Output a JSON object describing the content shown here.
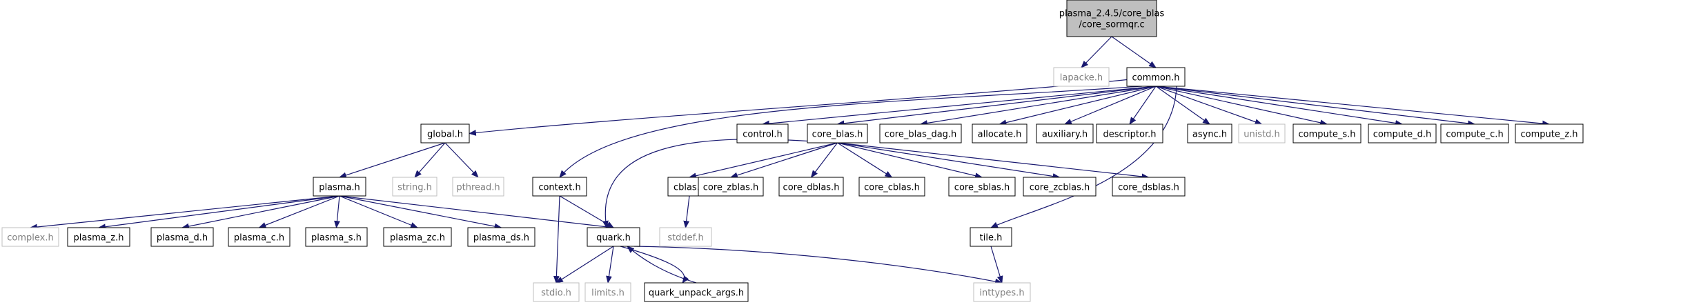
{
  "title": "plasma_2.4.5/core_blas/core_sormqr.c",
  "colors": {
    "edge": "#191970",
    "root_fill": "#bfbfbf",
    "node_border": "#000000",
    "missing_border": "#bfbfbf",
    "missing_text": "#7f7f7f"
  },
  "nodes": [
    {
      "id": "root",
      "lines": [
        "plasma_2.4.5/core_blas",
        "/core_sormqr.c"
      ],
      "kind": "root"
    },
    {
      "id": "lapacke",
      "lines": [
        "lapacke.h"
      ],
      "kind": "missing"
    },
    {
      "id": "common",
      "lines": [
        "common.h"
      ],
      "kind": "normal"
    },
    {
      "id": "global",
      "lines": [
        "global.h"
      ],
      "kind": "normal"
    },
    {
      "id": "control",
      "lines": [
        "control.h"
      ],
      "kind": "normal"
    },
    {
      "id": "core_blas",
      "lines": [
        "core_blas.h"
      ],
      "kind": "normal"
    },
    {
      "id": "core_blas_dag",
      "lines": [
        "core_blas_dag.h"
      ],
      "kind": "normal"
    },
    {
      "id": "allocate",
      "lines": [
        "allocate.h"
      ],
      "kind": "normal"
    },
    {
      "id": "auxiliary",
      "lines": [
        "auxiliary.h"
      ],
      "kind": "normal"
    },
    {
      "id": "descriptor",
      "lines": [
        "descriptor.h"
      ],
      "kind": "normal"
    },
    {
      "id": "async",
      "lines": [
        "async.h"
      ],
      "kind": "normal"
    },
    {
      "id": "unistd",
      "lines": [
        "unistd.h"
      ],
      "kind": "missing"
    },
    {
      "id": "compute_s",
      "lines": [
        "compute_s.h"
      ],
      "kind": "normal"
    },
    {
      "id": "compute_d",
      "lines": [
        "compute_d.h"
      ],
      "kind": "normal"
    },
    {
      "id": "compute_c",
      "lines": [
        "compute_c.h"
      ],
      "kind": "normal"
    },
    {
      "id": "compute_z",
      "lines": [
        "compute_z.h"
      ],
      "kind": "normal"
    },
    {
      "id": "plasma",
      "lines": [
        "plasma.h"
      ],
      "kind": "normal"
    },
    {
      "id": "string",
      "lines": [
        "string.h"
      ],
      "kind": "missing"
    },
    {
      "id": "pthread",
      "lines": [
        "pthread.h"
      ],
      "kind": "missing"
    },
    {
      "id": "context",
      "lines": [
        "context.h"
      ],
      "kind": "normal"
    },
    {
      "id": "cblas",
      "lines": [
        "cblas.h"
      ],
      "kind": "normal"
    },
    {
      "id": "core_zblas",
      "lines": [
        "core_zblas.h"
      ],
      "kind": "normal"
    },
    {
      "id": "core_dblas",
      "lines": [
        "core_dblas.h"
      ],
      "kind": "normal"
    },
    {
      "id": "core_cblas",
      "lines": [
        "core_cblas.h"
      ],
      "kind": "normal"
    },
    {
      "id": "core_sblas",
      "lines": [
        "core_sblas.h"
      ],
      "kind": "normal"
    },
    {
      "id": "core_zcblas",
      "lines": [
        "core_zcblas.h"
      ],
      "kind": "normal"
    },
    {
      "id": "core_dsblas",
      "lines": [
        "core_dsblas.h"
      ],
      "kind": "normal"
    },
    {
      "id": "complex",
      "lines": [
        "complex.h"
      ],
      "kind": "missing"
    },
    {
      "id": "plasma_z",
      "lines": [
        "plasma_z.h"
      ],
      "kind": "normal"
    },
    {
      "id": "plasma_d",
      "lines": [
        "plasma_d.h"
      ],
      "kind": "normal"
    },
    {
      "id": "plasma_c",
      "lines": [
        "plasma_c.h"
      ],
      "kind": "normal"
    },
    {
      "id": "plasma_s",
      "lines": [
        "plasma_s.h"
      ],
      "kind": "normal"
    },
    {
      "id": "plasma_zc",
      "lines": [
        "plasma_zc.h"
      ],
      "kind": "normal"
    },
    {
      "id": "plasma_ds",
      "lines": [
        "plasma_ds.h"
      ],
      "kind": "normal"
    },
    {
      "id": "quark",
      "lines": [
        "quark.h"
      ],
      "kind": "normal"
    },
    {
      "id": "stddef",
      "lines": [
        "stddef.h"
      ],
      "kind": "missing"
    },
    {
      "id": "tile",
      "lines": [
        "tile.h"
      ],
      "kind": "normal"
    },
    {
      "id": "stdio",
      "lines": [
        "stdio.h"
      ],
      "kind": "missing"
    },
    {
      "id": "limits",
      "lines": [
        "limits.h"
      ],
      "kind": "missing"
    },
    {
      "id": "quark_unpack_args",
      "lines": [
        "quark_unpack_args.h"
      ],
      "kind": "normal"
    },
    {
      "id": "inttypes",
      "lines": [
        "inttypes.h"
      ],
      "kind": "missing"
    }
  ],
  "edges": [
    [
      "root",
      "lapacke"
    ],
    [
      "root",
      "common"
    ],
    [
      "common",
      "global"
    ],
    [
      "common",
      "control"
    ],
    [
      "common",
      "core_blas"
    ],
    [
      "common",
      "core_blas_dag"
    ],
    [
      "common",
      "allocate"
    ],
    [
      "common",
      "auxiliary"
    ],
    [
      "common",
      "descriptor"
    ],
    [
      "common",
      "async"
    ],
    [
      "common",
      "unistd"
    ],
    [
      "common",
      "compute_s"
    ],
    [
      "common",
      "compute_d"
    ],
    [
      "common",
      "compute_c"
    ],
    [
      "common",
      "compute_z"
    ],
    [
      "common",
      "context"
    ],
    [
      "common",
      "tile"
    ],
    [
      "global",
      "plasma"
    ],
    [
      "global",
      "string"
    ],
    [
      "global",
      "pthread"
    ],
    [
      "plasma",
      "complex"
    ],
    [
      "plasma",
      "plasma_z"
    ],
    [
      "plasma",
      "plasma_d"
    ],
    [
      "plasma",
      "plasma_c"
    ],
    [
      "plasma",
      "plasma_s"
    ],
    [
      "plasma",
      "plasma_zc"
    ],
    [
      "plasma",
      "plasma_ds"
    ],
    [
      "plasma",
      "quark"
    ],
    [
      "core_blas",
      "cblas"
    ],
    [
      "core_blas",
      "core_zblas"
    ],
    [
      "core_blas",
      "core_dblas"
    ],
    [
      "core_blas",
      "core_cblas"
    ],
    [
      "core_blas",
      "core_sblas"
    ],
    [
      "core_blas",
      "core_zcblas"
    ],
    [
      "core_blas",
      "core_dsblas"
    ],
    [
      "core_blas",
      "quark"
    ],
    [
      "context",
      "quark"
    ],
    [
      "context",
      "stdio"
    ],
    [
      "cblas",
      "stddef"
    ],
    [
      "quark",
      "stdio"
    ],
    [
      "quark",
      "limits"
    ],
    [
      "quark",
      "quark_unpack_args"
    ],
    [
      "quark",
      "inttypes"
    ],
    [
      "quark_unpack_args",
      "quark"
    ],
    [
      "tile",
      "inttypes"
    ]
  ]
}
